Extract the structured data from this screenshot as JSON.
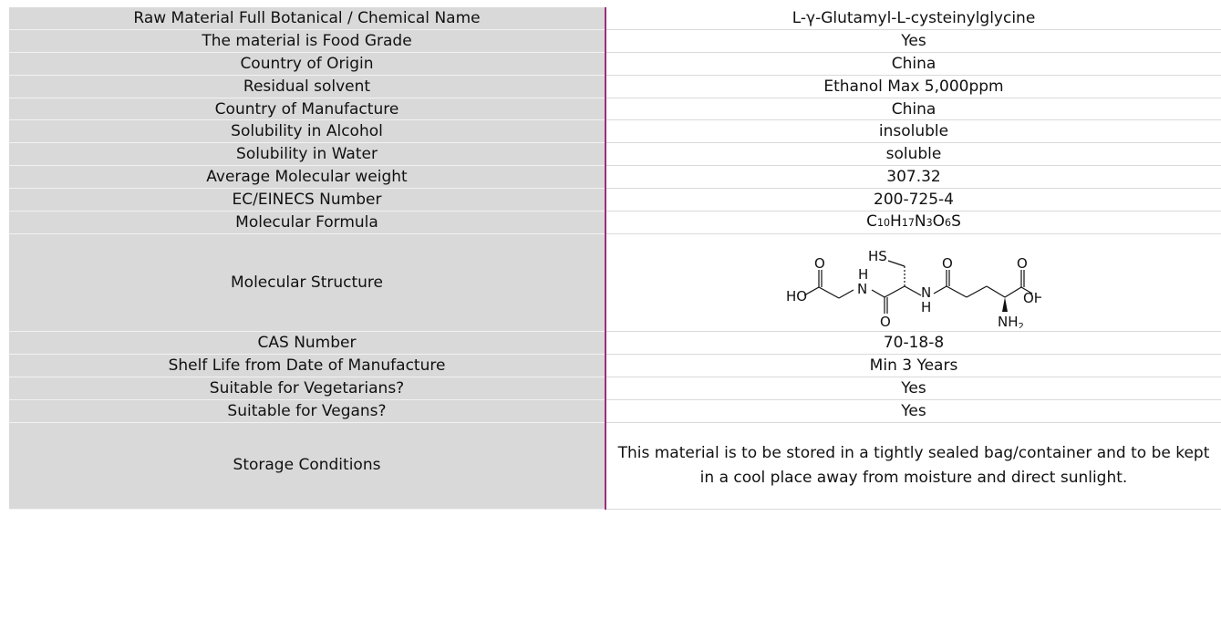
{
  "rows": [
    {
      "label": "Raw Material Full Botanical / Chemical Name",
      "value": "L-γ-Glutamyl-L-cysteinylglycine"
    },
    {
      "label": "The material is Food Grade",
      "value": "Yes"
    },
    {
      "label": "Country of Origin",
      "value": "China"
    },
    {
      "label": "Residual solvent",
      "value": "Ethanol Max 5,000ppm"
    },
    {
      "label": "Country of Manufacture",
      "value": "China"
    },
    {
      "label": "Solubility in Alcohol",
      "value": "insoluble"
    },
    {
      "label": "Solubility in Water",
      "value": "soluble"
    },
    {
      "label": "Average Molecular weight",
      "value": "307.32"
    },
    {
      "label": "EC/EINECS Number",
      "value": "200-725-4"
    },
    {
      "label": "Molecular Formula",
      "value": "C10H17N3O6S"
    },
    {
      "label": "Molecular Structure",
      "value": "structure-image"
    },
    {
      "label": "CAS Number",
      "value": "70-18-8"
    },
    {
      "label": "Shelf Life from Date of Manufacture",
      "value": "Min 3 Years"
    },
    {
      "label": "Suitable for Vegetarians?",
      "value": "Yes"
    },
    {
      "label": "Suitable for Vegans?",
      "value": "Yes"
    },
    {
      "label": "Storage Conditions",
      "value": "This material is to be stored in a tightly sealed bag/container and to be kept in a cool place away from moisture and direct sunlight."
    }
  ],
  "formula_parts": {
    "c": "C",
    "c_n": "10",
    "h": "H",
    "h_n": "17",
    "n": "N",
    "n_n": "3",
    "o": "O",
    "o_n": "6",
    "s": "S"
  },
  "structure_labels": {
    "hs": "HS",
    "o": "O",
    "ho": "HO",
    "oh": "OH",
    "n": "N",
    "h": "H",
    "nh": "NH",
    "sub2": "2"
  },
  "colors": {
    "label_bg": "#d9d9d9",
    "divider": "#9c2e79"
  }
}
